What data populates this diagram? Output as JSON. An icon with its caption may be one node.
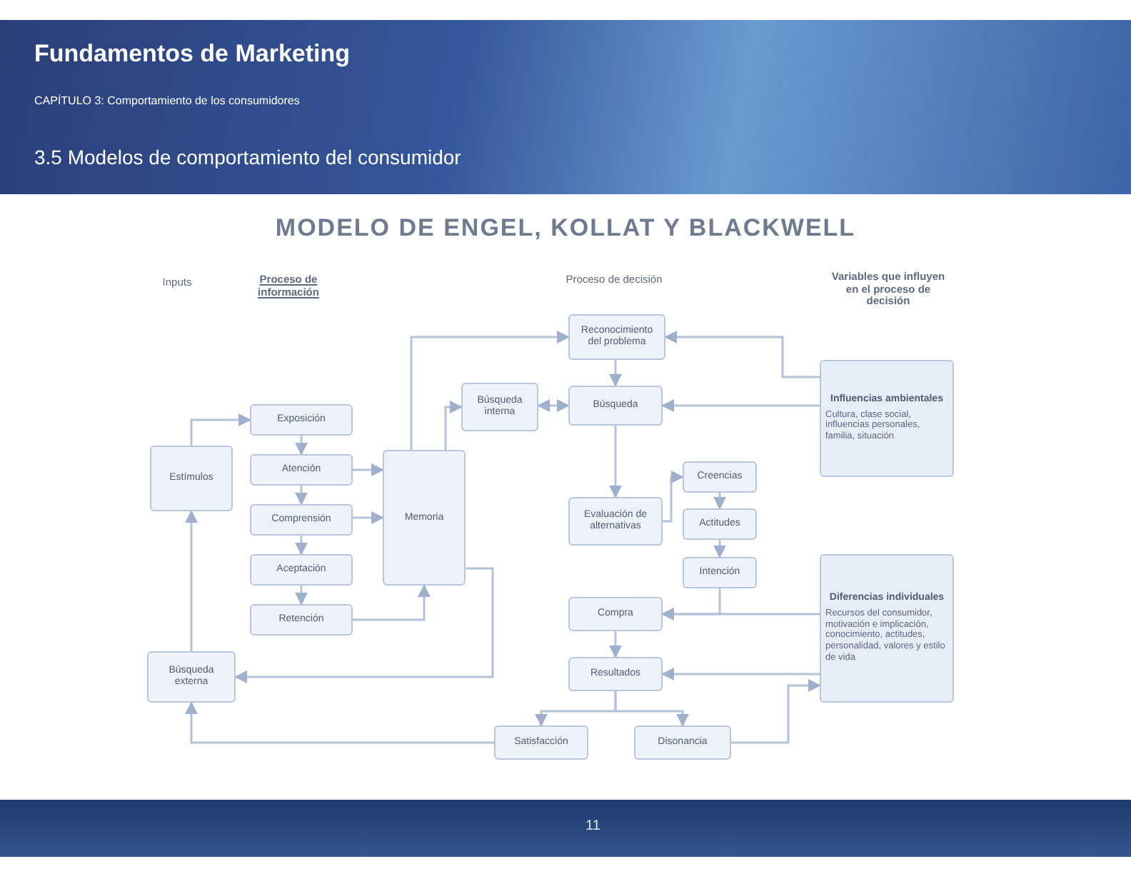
{
  "diagram": {
    "title": "MODELO DE ENGEL, KOLLAT Y BLACKWELL",
    "nodes": [
      {
        "text": [
          "Estímulos"
        ]
      },
      {
        "text": [
          "Exposición"
        ]
      },
      {
        "text": [
          "Atención"
        ]
      },
      {
        "text": [
          "Comprensión"
        ]
      },
      {
        "text": [
          "Aceptación"
        ]
      },
      {
        "text": [
          "Retención"
        ]
      },
      {
        "text": [
          "Memoria"
        ]
      },
      {
        "text": [
          "Búsqueda interna"
        ]
      },
      {
        "text": [
          "Reconocimiento del problema"
        ]
      },
      {
        "text": [
          "Búsqueda"
        ]
      },
      {
        "text": [
          "Evaluación de alternativas"
        ]
      },
      {
        "text": [
          "Creencias"
        ]
      },
      {
        "text": [
          "Actitudes"
        ]
      },
      {
        "text": [
          "Intención"
        ]
      },
      {
        "text": [
          "Compra"
        ]
      },
      {
        "text": [
          "Resultados"
        ]
      },
      {
        "text": [
          "Satisfacción"
        ]
      },
      {
        "text": [
          "Disonancia"
        ]
      },
      {
        "text": [
          "Búsqueda externa"
        ]
      },
      {
        "text": [
          "Influencias ambientales",
          "Cultura, clase social, influencias personales, familia, situación"
        ]
      },
      {
        "text": [
          "Diferencias individuales",
          "Recursos del consumidor, motivación e implicación, conocimiento, actitudes, personalidad, valores y estilo de vida"
        ]
      }
    ],
    "edges": [
      {
        "from": 0,
        "to": 1,
        "arrow": "to"
      },
      {
        "from": 1,
        "to": 2,
        "arrow": "to"
      },
      {
        "from": 2,
        "to": 3,
        "arrow": "to"
      },
      {
        "from": 3,
        "to": 4,
        "arrow": "to"
      },
      {
        "from": 4,
        "to": 5,
        "arrow": "to"
      },
      {
        "from": 2,
        "to": 6,
        "arrow": "to"
      },
      {
        "from": 3,
        "to": 6,
        "arrow": "to"
      },
      {
        "from": 5,
        "to": 6,
        "arrow": "to"
      },
      {
        "from": 6,
        "to": 7,
        "arrow": "to"
      },
      {
        "from": 7,
        "to": 9,
        "arrow": "both"
      },
      {
        "from": 6,
        "to": 8,
        "arrow": "to"
      },
      {
        "from": 8,
        "to": 9,
        "arrow": "to"
      },
      {
        "from": 9,
        "to": 10,
        "arrow": "to"
      },
      {
        "from": 10,
        "to": 11,
        "arrow": "to"
      },
      {
        "from": 11,
        "to": 12,
        "arrow": "to"
      },
      {
        "from": 12,
        "to": 13,
        "arrow": "to"
      },
      {
        "from": 13,
        "to": 14,
        "arrow": "to"
      },
      {
        "from": 14,
        "to": 15,
        "arrow": "to"
      },
      {
        "from": 15,
        "to": 16,
        "arrow": "to"
      },
      {
        "from": 15,
        "to": 17,
        "arrow": "to"
      },
      {
        "from": 19,
        "to": 8,
        "arrow": "to"
      },
      {
        "from": 19,
        "to": 9,
        "arrow": "to"
      },
      {
        "from": 20,
        "to": 14,
        "arrow": "to"
      },
      {
        "from": 20,
        "to": 15,
        "arrow": "to"
      },
      {
        "from": 6,
        "to": 18,
        "arrow": "to"
      },
      {
        "from": 18,
        "to": 0,
        "arrow": "to"
      },
      {
        "from": 16,
        "to": 18,
        "arrow": "to"
      },
      {
        "from": 17,
        "to": 20,
        "arrow": "to"
      }
    ],
    "labels": [
      "Fundamentos de Marketing",
      "CAPÍTULO 3: Comportamiento de los consumidores",
      "3.5 Modelos de comportamiento del consumidor",
      "Inputs",
      "Proceso de información",
      "Proceso de decisión",
      "Variables que influyen en el proceso de decisión",
      "11"
    ]
  }
}
